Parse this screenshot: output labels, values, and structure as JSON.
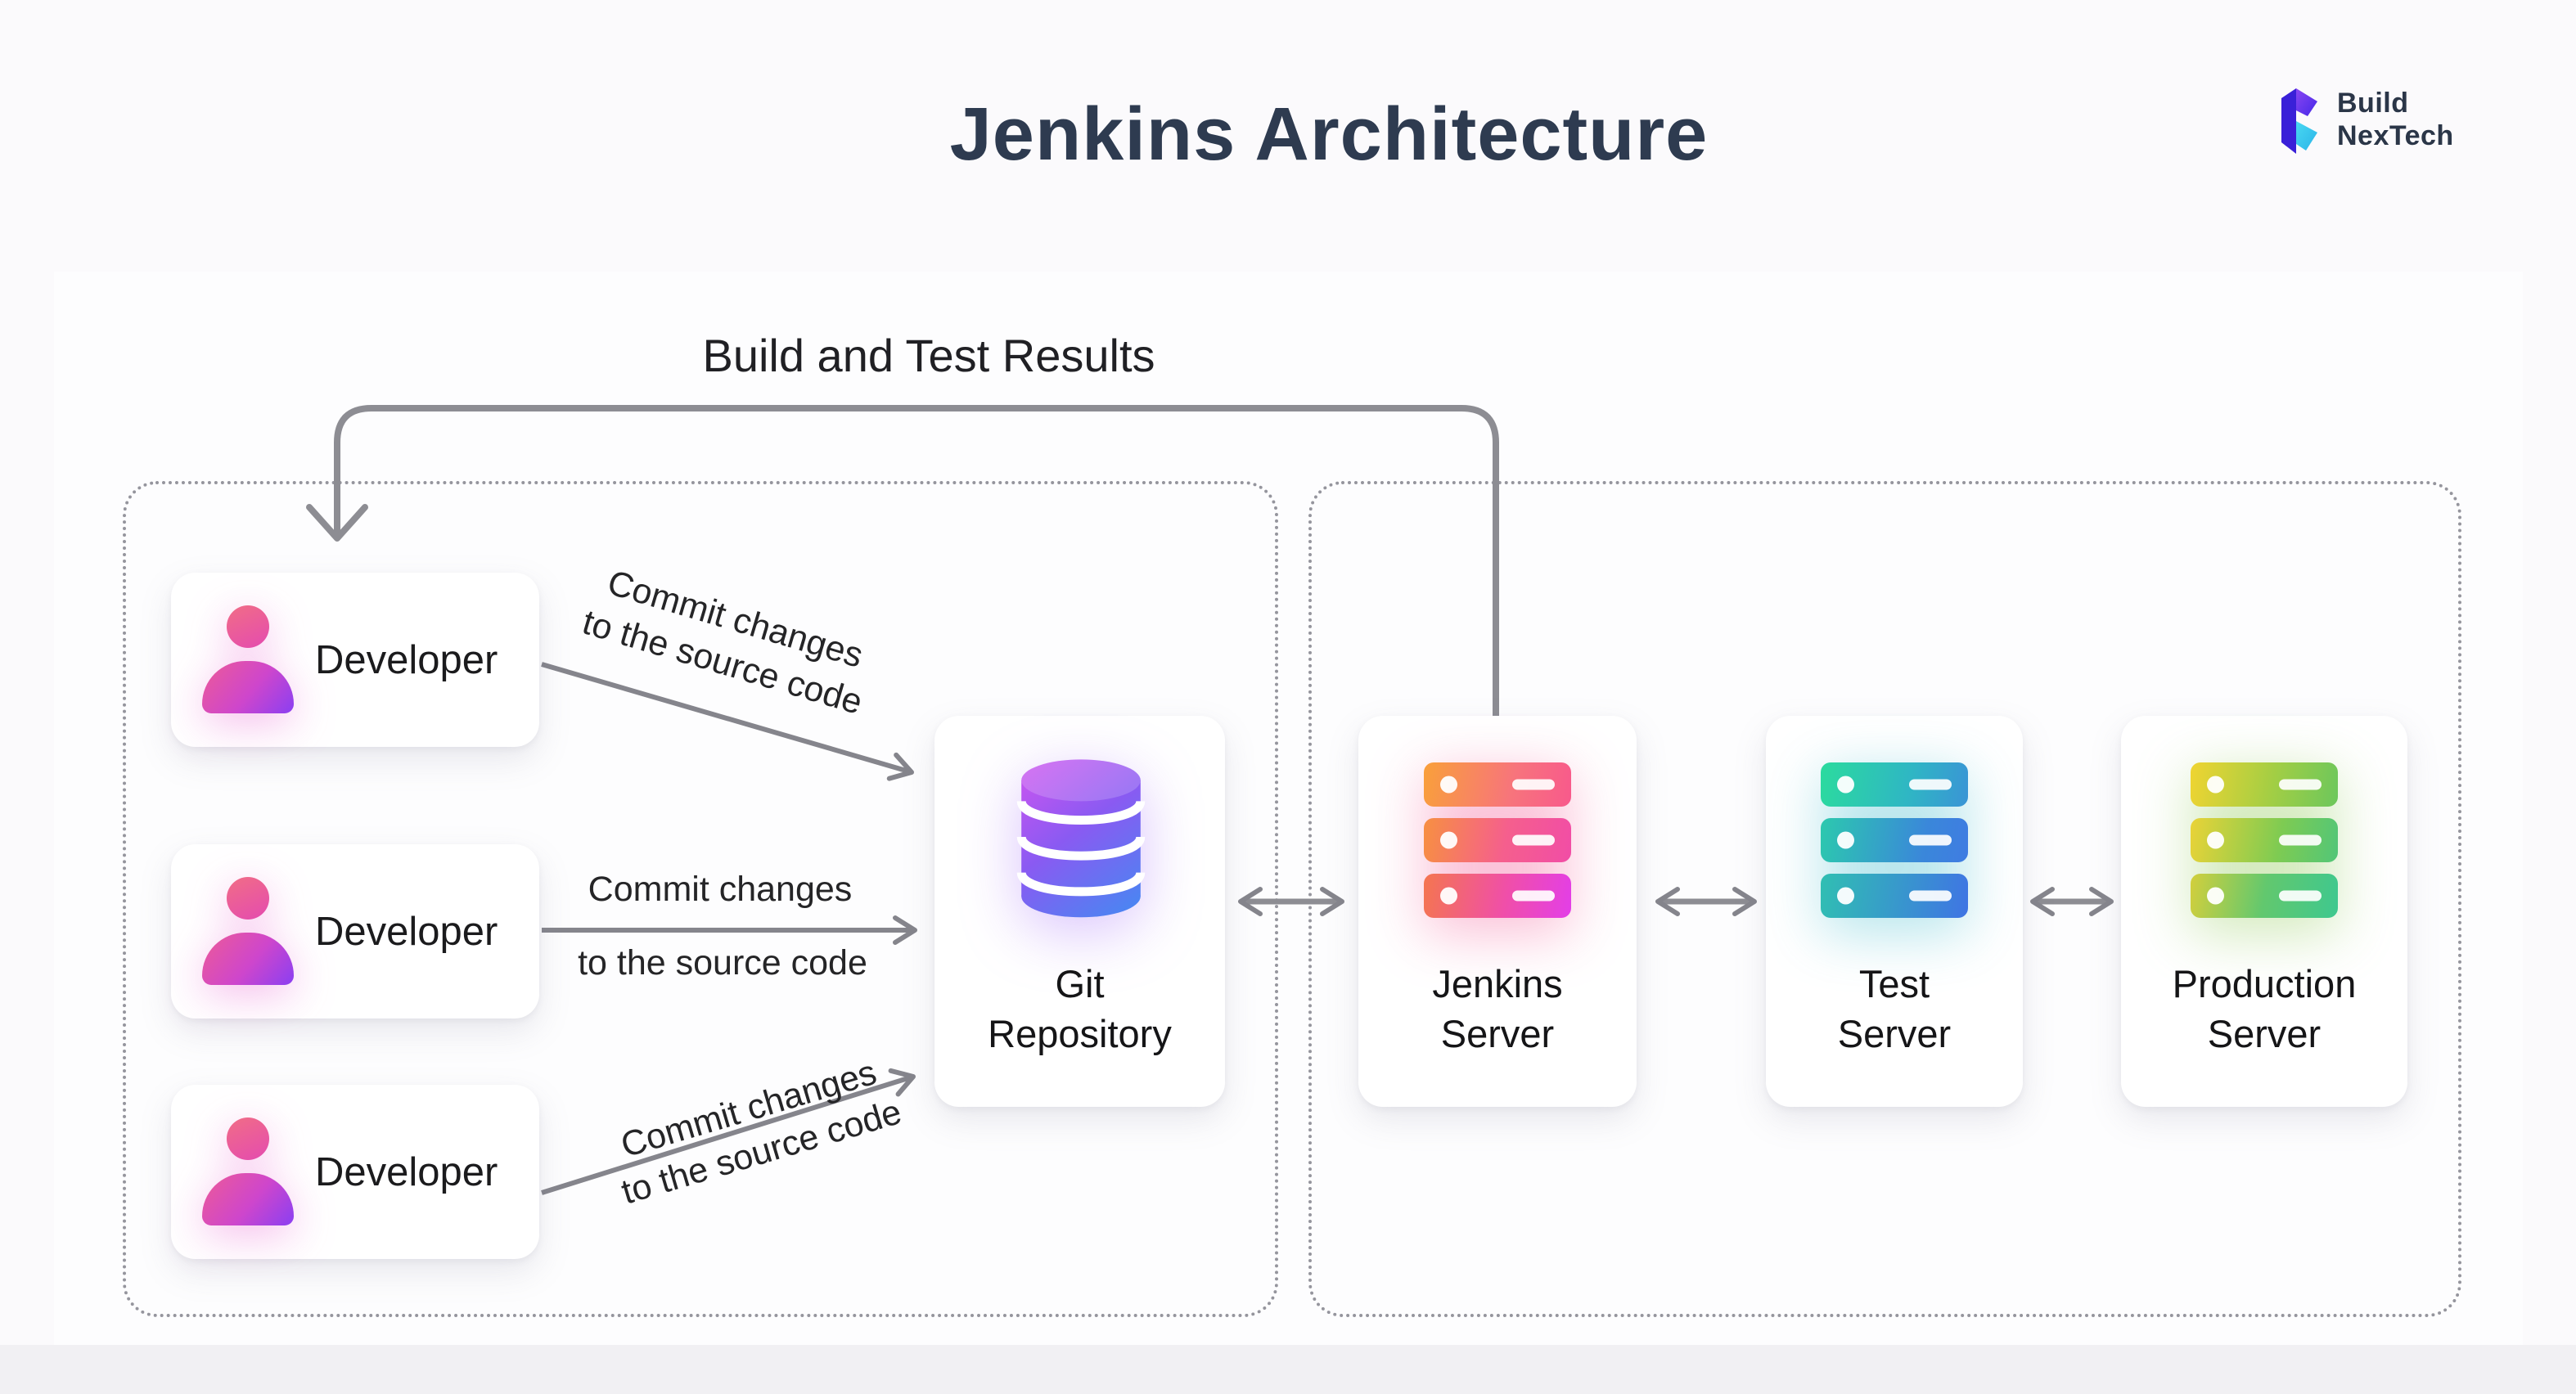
{
  "page": {
    "title": "Jenkins Architecture"
  },
  "logo": {
    "name_line1": "Build",
    "name_line2": "NexTech"
  },
  "diagram": {
    "feedback_label": "Build and Test Results",
    "commit_label": {
      "line1": "Commit changes",
      "line2": "to the source code"
    },
    "developers": [
      {
        "label": "Developer"
      },
      {
        "label": "Developer"
      },
      {
        "label": "Developer"
      }
    ],
    "nodes": {
      "git": {
        "line1": "Git",
        "line2": "Repository"
      },
      "jenkins": {
        "line1": "Jenkins",
        "line2": "Server"
      },
      "test": {
        "line1": "Test",
        "line2": "Server"
      },
      "production": {
        "line1": "Production",
        "line2": "Server"
      }
    }
  },
  "colors": {
    "title_text": "#2e3b50",
    "arrow_gray": "#8d8d93",
    "dashed_border": "#95959d",
    "developer_icon_gradient": [
      "#f16d86",
      "#8a3ff2"
    ],
    "git_icon_gradient": [
      "#d355f0",
      "#3f8df2"
    ],
    "jenkins_icon_gradient": [
      "#f9a03a",
      "#e33ee8"
    ],
    "test_icon_gradient": [
      "#2bdb9e",
      "#3f74e4"
    ],
    "production_icon_gradient": [
      "#f0d431",
      "#3ec88f"
    ],
    "logo_purple": "#5b2ee8",
    "logo_cyan": "#3ccdee"
  }
}
